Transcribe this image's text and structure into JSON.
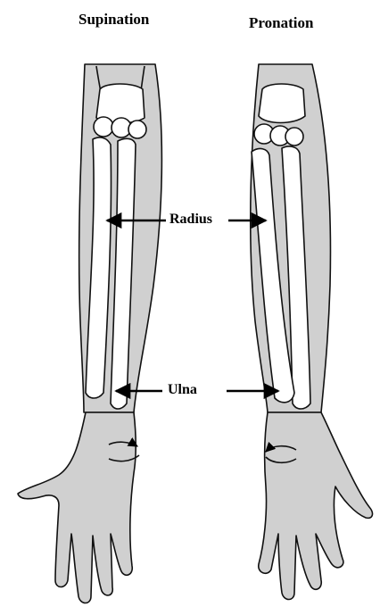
{
  "titles": {
    "supination": "Supination",
    "pronation": "Pronation"
  },
  "labels": {
    "radius": "Radius",
    "ulna": "Ulna"
  },
  "colors": {
    "skin": "#d0d0d0",
    "bone": "#ffffff",
    "outline": "#111111"
  }
}
